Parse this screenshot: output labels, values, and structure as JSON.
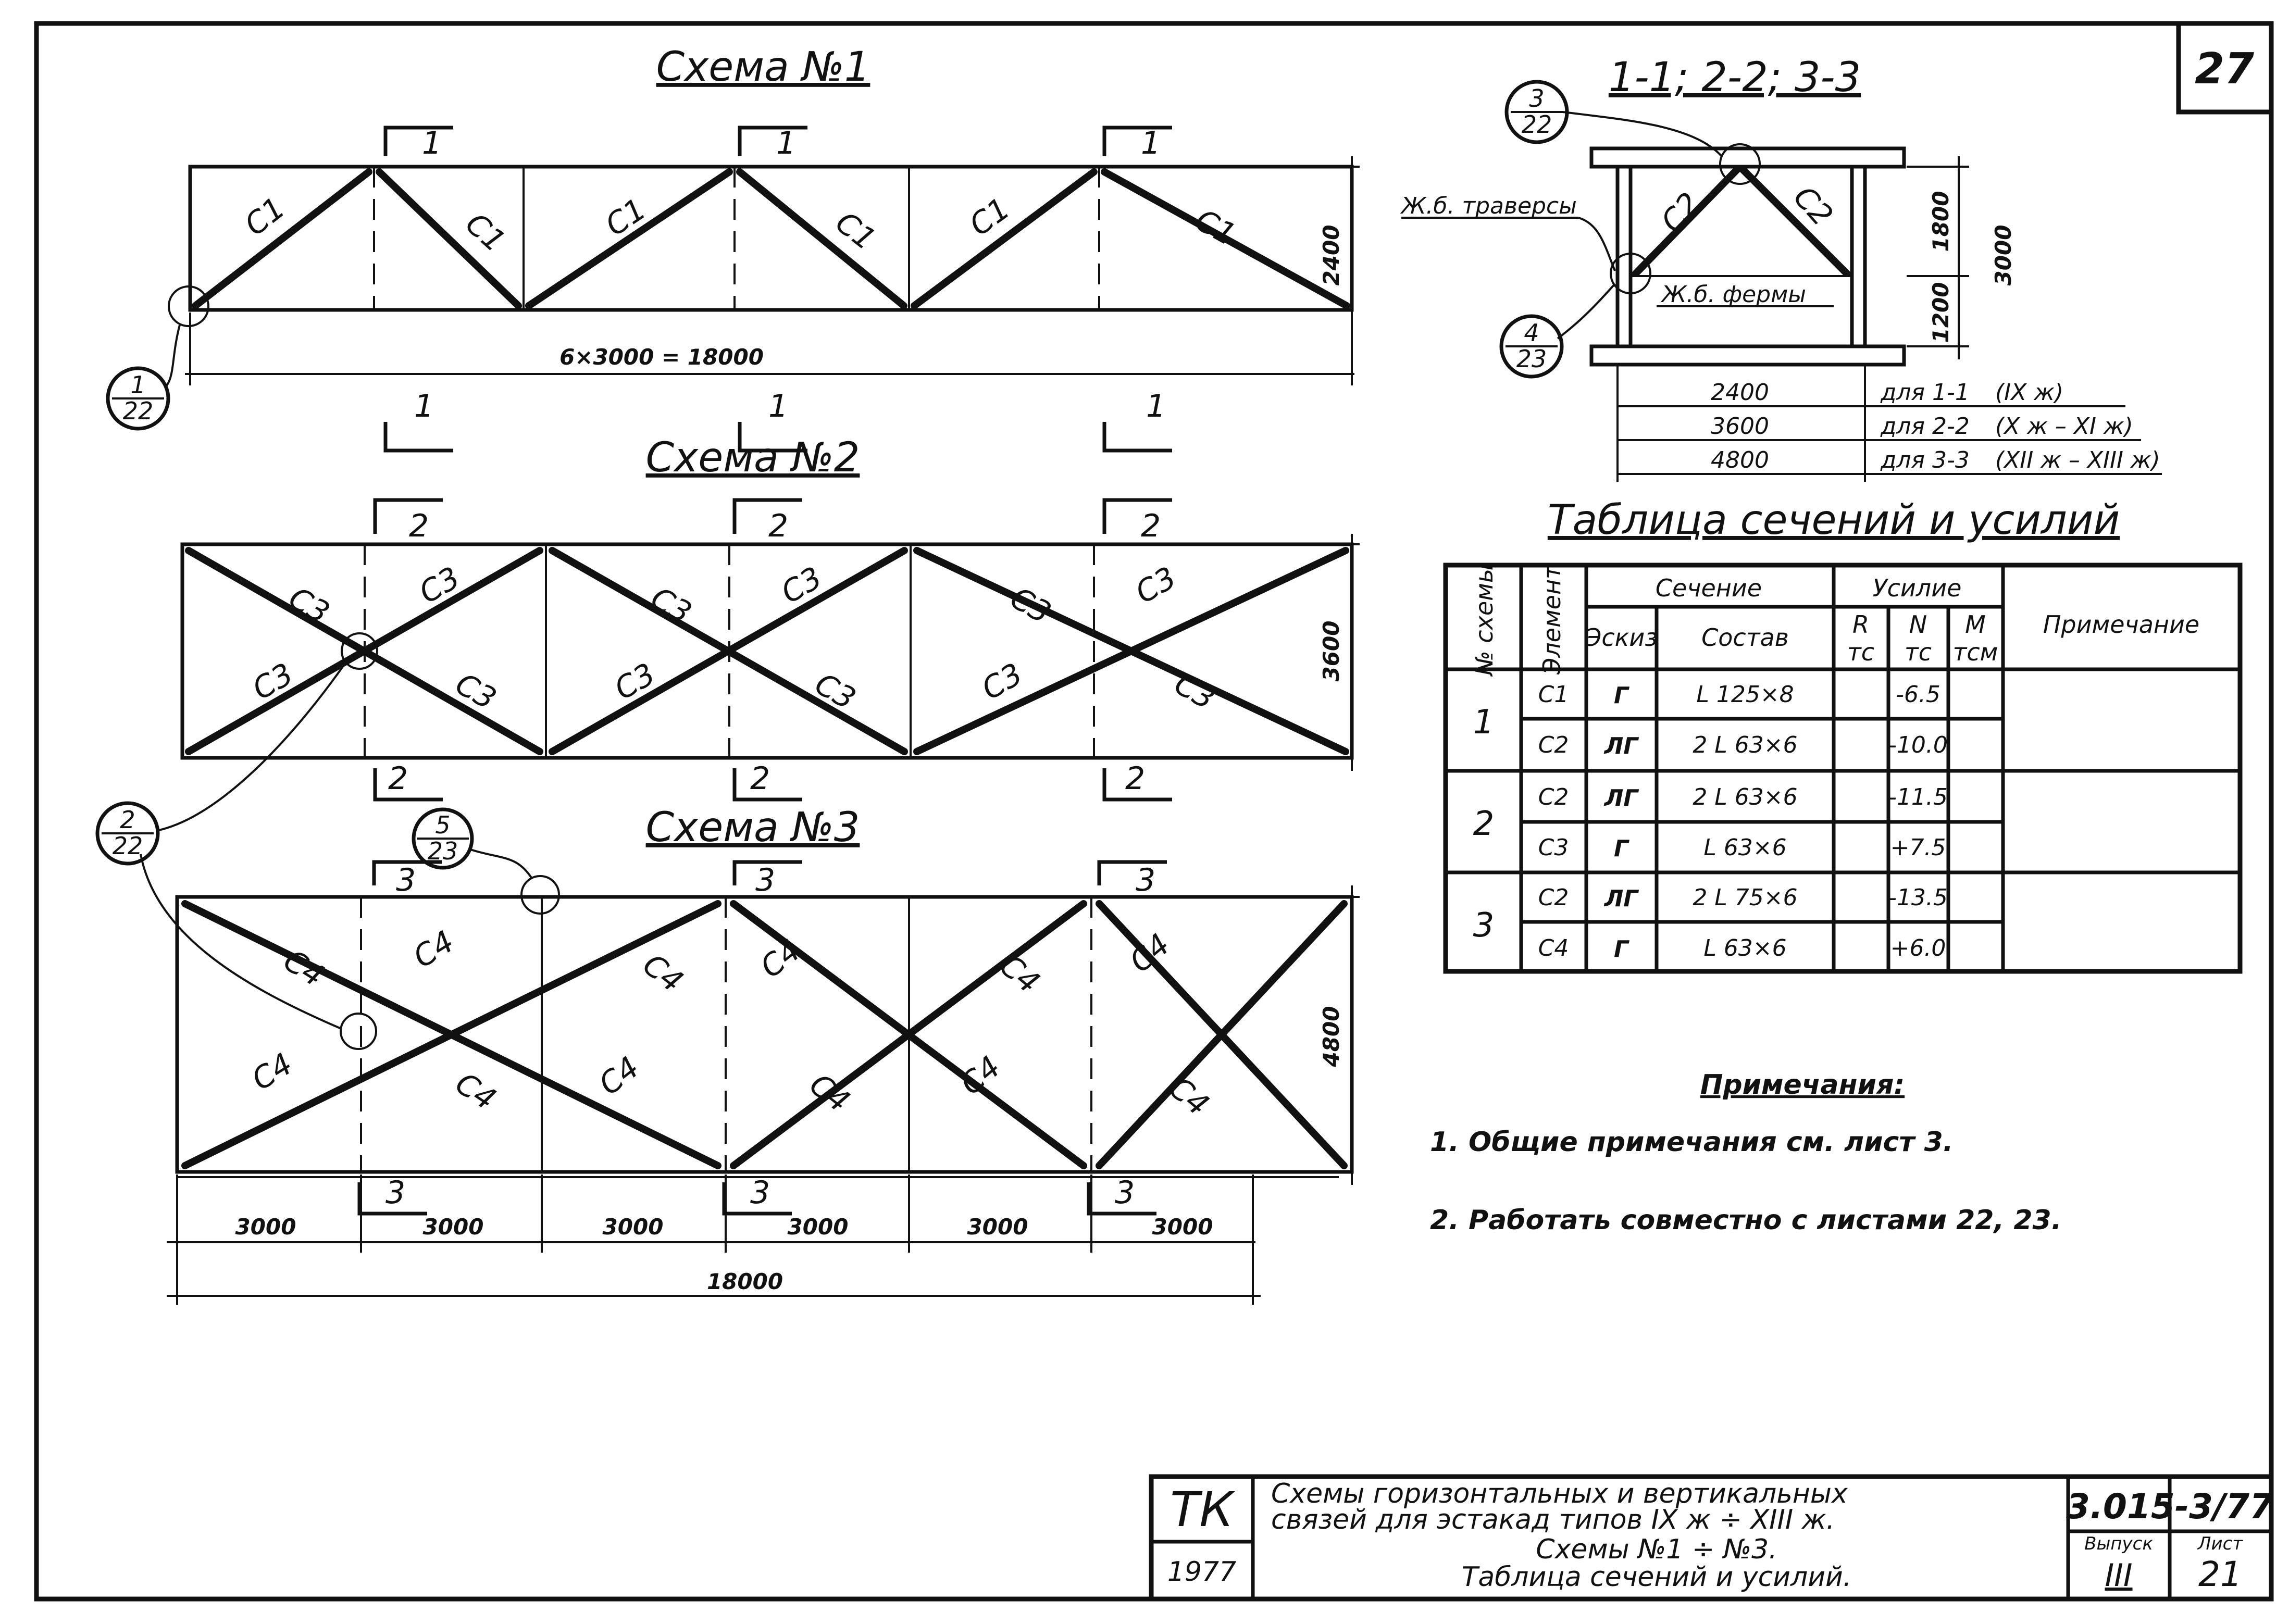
{
  "sheet_number": "27",
  "schemes": [
    {
      "title": "Схема №1",
      "members": [
        "C1",
        "C1",
        "C1",
        "C1",
        "C1",
        "C1"
      ],
      "dim_total": "6×3000 = 18000",
      "dim_height": "2400",
      "section_mark": "1",
      "node_ref": {
        "num": "1",
        "den": "22"
      }
    },
    {
      "title": "Схема №2",
      "members": [
        "C3",
        "C3",
        "C3",
        "C3",
        "C3",
        "C3",
        "C3",
        "C3",
        "C3",
        "C3",
        "C3",
        "C3"
      ],
      "dim_height": "3600",
      "section_mark": "2",
      "node_ref": {
        "num": "2",
        "den": "22"
      }
    },
    {
      "title": "Схема №3",
      "members": [
        "C4",
        "C4",
        "C4",
        "C4",
        "C4",
        "C4",
        "C4",
        "C4",
        "C4",
        "C4",
        "C4",
        "C4"
      ],
      "dim_bays": [
        "3000",
        "3000",
        "3000",
        "3000",
        "3000",
        "3000"
      ],
      "dim_total": "18000",
      "dim_height": "4800",
      "section_mark": "3",
      "node_ref": {
        "num": "5",
        "den": "23"
      }
    }
  ],
  "section": {
    "title": "1-1; 2-2; 3-3",
    "label_traverse": "Ж.б. траверсы",
    "label_truss": "Ж.б. фермы",
    "members": [
      "C2",
      "C2"
    ],
    "dim_upper": "1800",
    "dim_lower": "1200",
    "dim_total": "3000",
    "ref_top": {
      "num": "3",
      "den": "22"
    },
    "ref_bottom": {
      "num": "4",
      "den": "23"
    },
    "widths": [
      {
        "width": "2400",
        "note": "для 1-1",
        "types": "(IX ж)"
      },
      {
        "width": "3600",
        "note": "для 2-2",
        "types": "(X ж – XI ж)"
      },
      {
        "width": "4800",
        "note": "для 3-3",
        "types": "(XII ж – XIII ж)"
      }
    ]
  },
  "table": {
    "title": "Таблица сечений и усилий",
    "headers": {
      "scheme": "№ схемы",
      "element": "Элемент",
      "section": "Сечение",
      "sketch": "Эскиз",
      "composition": "Состав",
      "force": "Усилие",
      "r": "R",
      "r_unit": "тс",
      "n": "N",
      "n_unit": "тс",
      "m": "M",
      "m_unit": "тсм",
      "note": "Примечание"
    },
    "groups": [
      {
        "scheme": "1",
        "rows": [
          {
            "element": "C1",
            "sketch": "Г",
            "composition": "L 125×8",
            "r": "",
            "n": "-6.5",
            "m": ""
          },
          {
            "element": "C2",
            "sketch": "ЛГ",
            "composition": "2 L 63×6",
            "r": "",
            "n": "-10.0",
            "m": ""
          }
        ]
      },
      {
        "scheme": "2",
        "rows": [
          {
            "element": "C2",
            "sketch": "ЛГ",
            "composition": "2 L 63×6",
            "r": "",
            "n": "-11.5",
            "m": ""
          },
          {
            "element": "C3",
            "sketch": "Г",
            "composition": "L 63×6",
            "r": "",
            "n": "+7.5",
            "m": ""
          }
        ]
      },
      {
        "scheme": "3",
        "rows": [
          {
            "element": "C2",
            "sketch": "ЛГ",
            "composition": "2 L 75×6",
            "r": "",
            "n": "-13.5",
            "m": ""
          },
          {
            "element": "C4",
            "sketch": "Г",
            "composition": "L 63×6",
            "r": "",
            "n": "+6.0",
            "m": ""
          }
        ]
      }
    ]
  },
  "notes": {
    "title": "Примечания:",
    "items": [
      "1. Общие примечания см. лист 3.",
      "2. Работать совместно с листами 22, 23."
    ]
  },
  "stamp": {
    "org": "ТК",
    "year": "1977",
    "desc_lines": [
      "Схемы горизонтальных и вертикальных",
      "связей для эстакад типов IX ж ÷ XIII ж.",
      "Схемы №1 ÷ №3.",
      "Таблица сечений и усилий."
    ],
    "code": "3.015-3/77",
    "issue_label": "Выпуск",
    "issue": "III",
    "sheet_label": "Лист",
    "sheet": "21"
  }
}
